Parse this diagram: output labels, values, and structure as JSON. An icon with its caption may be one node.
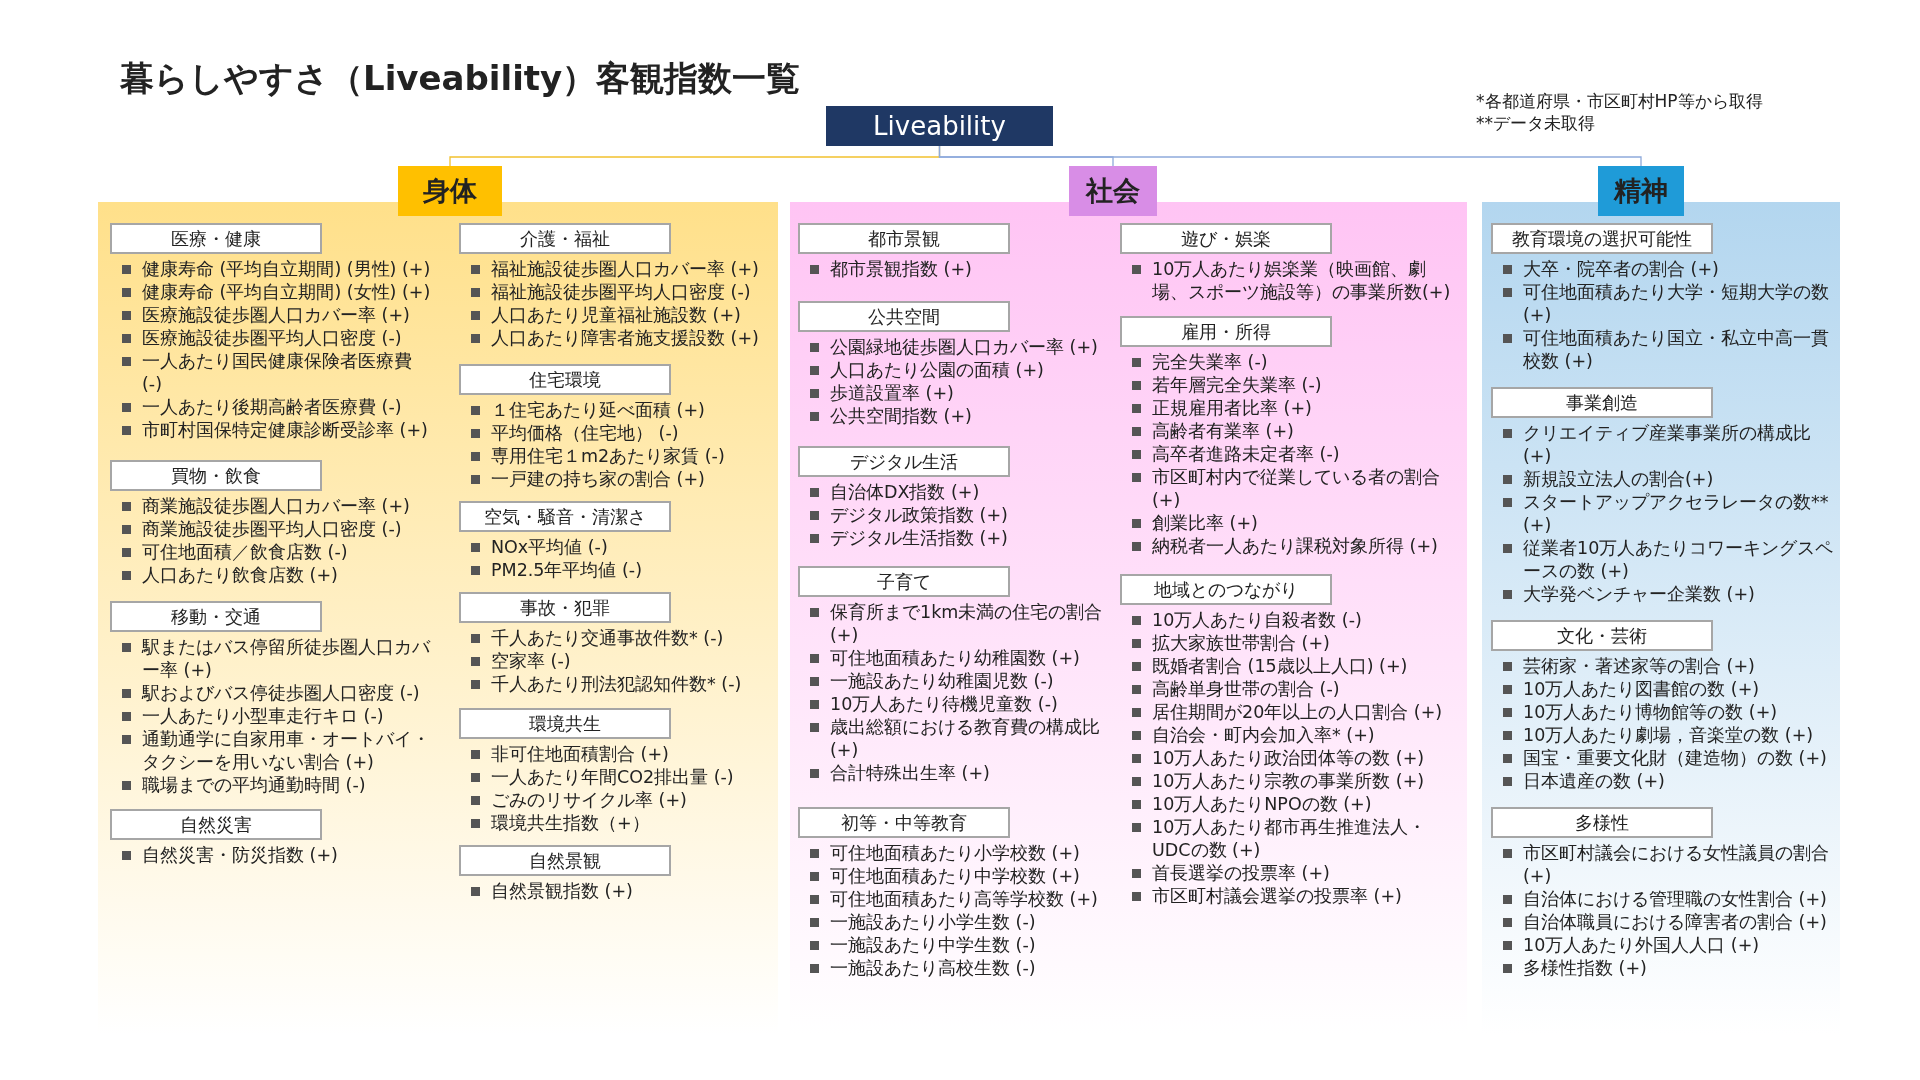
{
  "diagram": {
    "title": "暮らしやすさ（Liveability）客観指数一覧",
    "nodes": [
      {
        "text": [
          "Liveability"
        ]
      },
      {
        "text": [
          "身体"
        ]
      },
      {
        "text": [
          "医療・健康",
          "健康寿命 (平均自立期間) (男性) (+)",
          "健康寿命 (平均自立期間) (女性) (+)",
          "医療施設徒歩圏人口カバー率 (+)",
          "医療施設徒歩圏平均人口密度 (-)",
          "一人あたり国民健康保険者医療費 (-)",
          "一人あたり後期高齢者医療費 (-)",
          "市町村国保特定健康診断受診率 (+)"
        ],
        "in": 1
      },
      {
        "text": [
          "買物・飲食",
          "商業施設徒歩圏人口カバー率 (+)",
          "商業施設徒歩圏平均人口密度 (-)",
          "可住地面積／飲食店数 (-)",
          "人口あたり飲食店数 (+)"
        ],
        "in": 1
      },
      {
        "text": [
          "移動・交通",
          "駅またはバス停留所徒歩圏人口カバー率 (+)",
          "駅およびバス停徒歩圏人口密度 (-)",
          "一人あたり小型車走行キロ (-)",
          "通勤通学に自家用車・オートバイ・タクシーを用いない割合 (+)",
          "職場までの平均通勤時間 (-)"
        ],
        "in": 1
      },
      {
        "text": [
          "自然災害",
          "自然災害・防災指数 (+)"
        ],
        "in": 1
      },
      {
        "text": [
          "介護・福祉",
          "福祉施設徒歩圏人口カバー率 (+)",
          "福祉施設徒歩圏平均人口密度 (-)",
          "人口あたり児童福祉施設数 (+)",
          "人口あたり障害者施支援設数 (+)"
        ],
        "in": 1
      },
      {
        "text": [
          "住宅環境",
          "１住宅あたり延べ面積 (+)",
          "平均価格（住宅地） (-)",
          "専用住宅１m2あたり家賃 (-)",
          "一戸建の持ち家の割合 (+)"
        ],
        "in": 1
      },
      {
        "text": [
          "空気・騒音・清潔さ",
          "NOx平均値 (-)",
          "PM2.5年平均値 (-)"
        ],
        "in": 1
      },
      {
        "text": [
          "事故・犯罪",
          "千人あたり交通事故件数* (-)",
          "空家率 (-)",
          "千人あたり刑法犯認知件数* (-)"
        ],
        "in": 1
      },
      {
        "text": [
          "環境共生",
          "非可住地面積割合 (+)",
          "一人あたり年間CO2排出量 (-)",
          "ごみのリサイクル率 (+)",
          "環境共生指数（+）"
        ],
        "in": 1
      },
      {
        "text": [
          "自然景観",
          "自然景観指数 (+)"
        ],
        "in": 1
      },
      {
        "text": [
          "社会"
        ]
      },
      {
        "text": [
          "都市景観",
          "都市景観指数 (+)"
        ],
        "in": 12
      },
      {
        "text": [
          "公共空間",
          "公園緑地徒歩圏人口カバー率 (+)",
          "人口あたり公園の面積 (+)",
          "歩道設置率 (+)",
          "公共空間指数 (+)"
        ],
        "in": 12
      },
      {
        "text": [
          "デジタル生活",
          "自治体DX指数 (+)",
          "デジタル政策指数 (+)",
          "デジタル生活指数 (+)"
        ],
        "in": 12
      },
      {
        "text": [
          "子育て",
          "保育所まで1km未満の住宅の割合 (+)",
          "可住地面積あたり幼稚園数 (+)",
          "一施設あたり幼稚園児数 (-)",
          "10万人あたり待機児童数 (-)",
          "歳出総額における教育費の構成比 (+)",
          "合計特殊出生率 (+)"
        ],
        "in": 12
      },
      {
        "text": [
          "初等・中等教育",
          "可住地面積あたり小学校数 (+)",
          "可住地面積あたり中学校数 (+)",
          "可住地面積あたり高等学校数 (+)",
          "一施設あたり小学生数 (-)",
          "一施設あたり中学生数 (-)",
          "一施設あたり高校生数 (-)"
        ],
        "in": 12
      },
      {
        "text": [
          "遊び・娯楽",
          "10万人あたり娯楽業（映画館、劇場、スポーツ施設等）の事業所数(+)"
        ],
        "in": 12
      },
      {
        "text": [
          "雇用・所得",
          "完全失業率 (-)",
          "若年層完全失業率 (-)",
          "正規雇用者比率 (+)",
          "高齢者有業率 (+)",
          "高卒者進路未定者率 (-)",
          "市区町村内で従業している者の割合 (+)",
          "創業比率 (+)",
          "納税者一人あたり課税対象所得 (+)"
        ],
        "in": 12
      },
      {
        "text": [
          "地域とのつながり",
          "10万人あたり自殺者数 (-)",
          "拡大家族世帯割合 (+)",
          "既婚者割合 (15歳以上人口) (+)",
          "高齢単身世帯の割合 (-)",
          "居住期間が20年以上の人口割合 (+)",
          "自治会・町内会加入率* (+)",
          "10万人あたり政治団体等の数 (+)",
          "10万人あたり宗教の事業所数 (+)",
          "10万人あたりNPOの数 (+)",
          "10万人あたり都市再生推進法人・UDCの数 (+)",
          "首長選挙の投票率 (+)",
          "市区町村議会選挙の投票率 (+)"
        ],
        "in": 12
      },
      {
        "text": [
          "精神"
        ]
      },
      {
        "text": [
          "教育環境の選択可能性",
          "大卒・院卒者の割合 (+)",
          "可住地面積あたり大学・短期大学の数 (+)",
          "可住地面積あたり国立・私立中高一貫校数 (+)"
        ],
        "in": 21
      },
      {
        "text": [
          "事業創造",
          "クリエイティブ産業事業所の構成比 (+)",
          "新規設立法人の割合(+)",
          "スタートアップアクセラレータの数** (+)",
          "従業者10万人あたりコワーキングスペースの数 (+)",
          "大学発ベンチャー企業数 (+)"
        ],
        "in": 21
      },
      {
        "text": [
          "文化・芸術",
          "芸術家・著述家等の割合 (+)",
          "10万人あたり図書館の数 (+)",
          "10万人あたり博物館等の数 (+)",
          "10万人あたり劇場，音楽堂の数 (+)",
          "国宝・重要文化財（建造物）の数 (+)",
          "日本遺産の数 (+)"
        ],
        "in": 21
      },
      {
        "text": [
          "多様性",
          "市区町村議会における女性議員の割合 (+)",
          "自治体における管理職の女性割合 (+)",
          "自治体職員における障害者の割合 (+)",
          "10万人あたり外国人人口 (+)",
          "多様性指数 (+)"
        ],
        "in": 21
      }
    ],
    "edges": [
      {
        "from": 0,
        "to": 1,
        "arrow": "none",
        "color": "#f2c12e"
      },
      {
        "from": 0,
        "to": 12,
        "arrow": "none"
      },
      {
        "from": 0,
        "to": 21,
        "arrow": "none"
      }
    ],
    "labels": [
      "*各都道府県・市区町村HP等から取得",
      "**データ未取得"
    ]
  }
}
